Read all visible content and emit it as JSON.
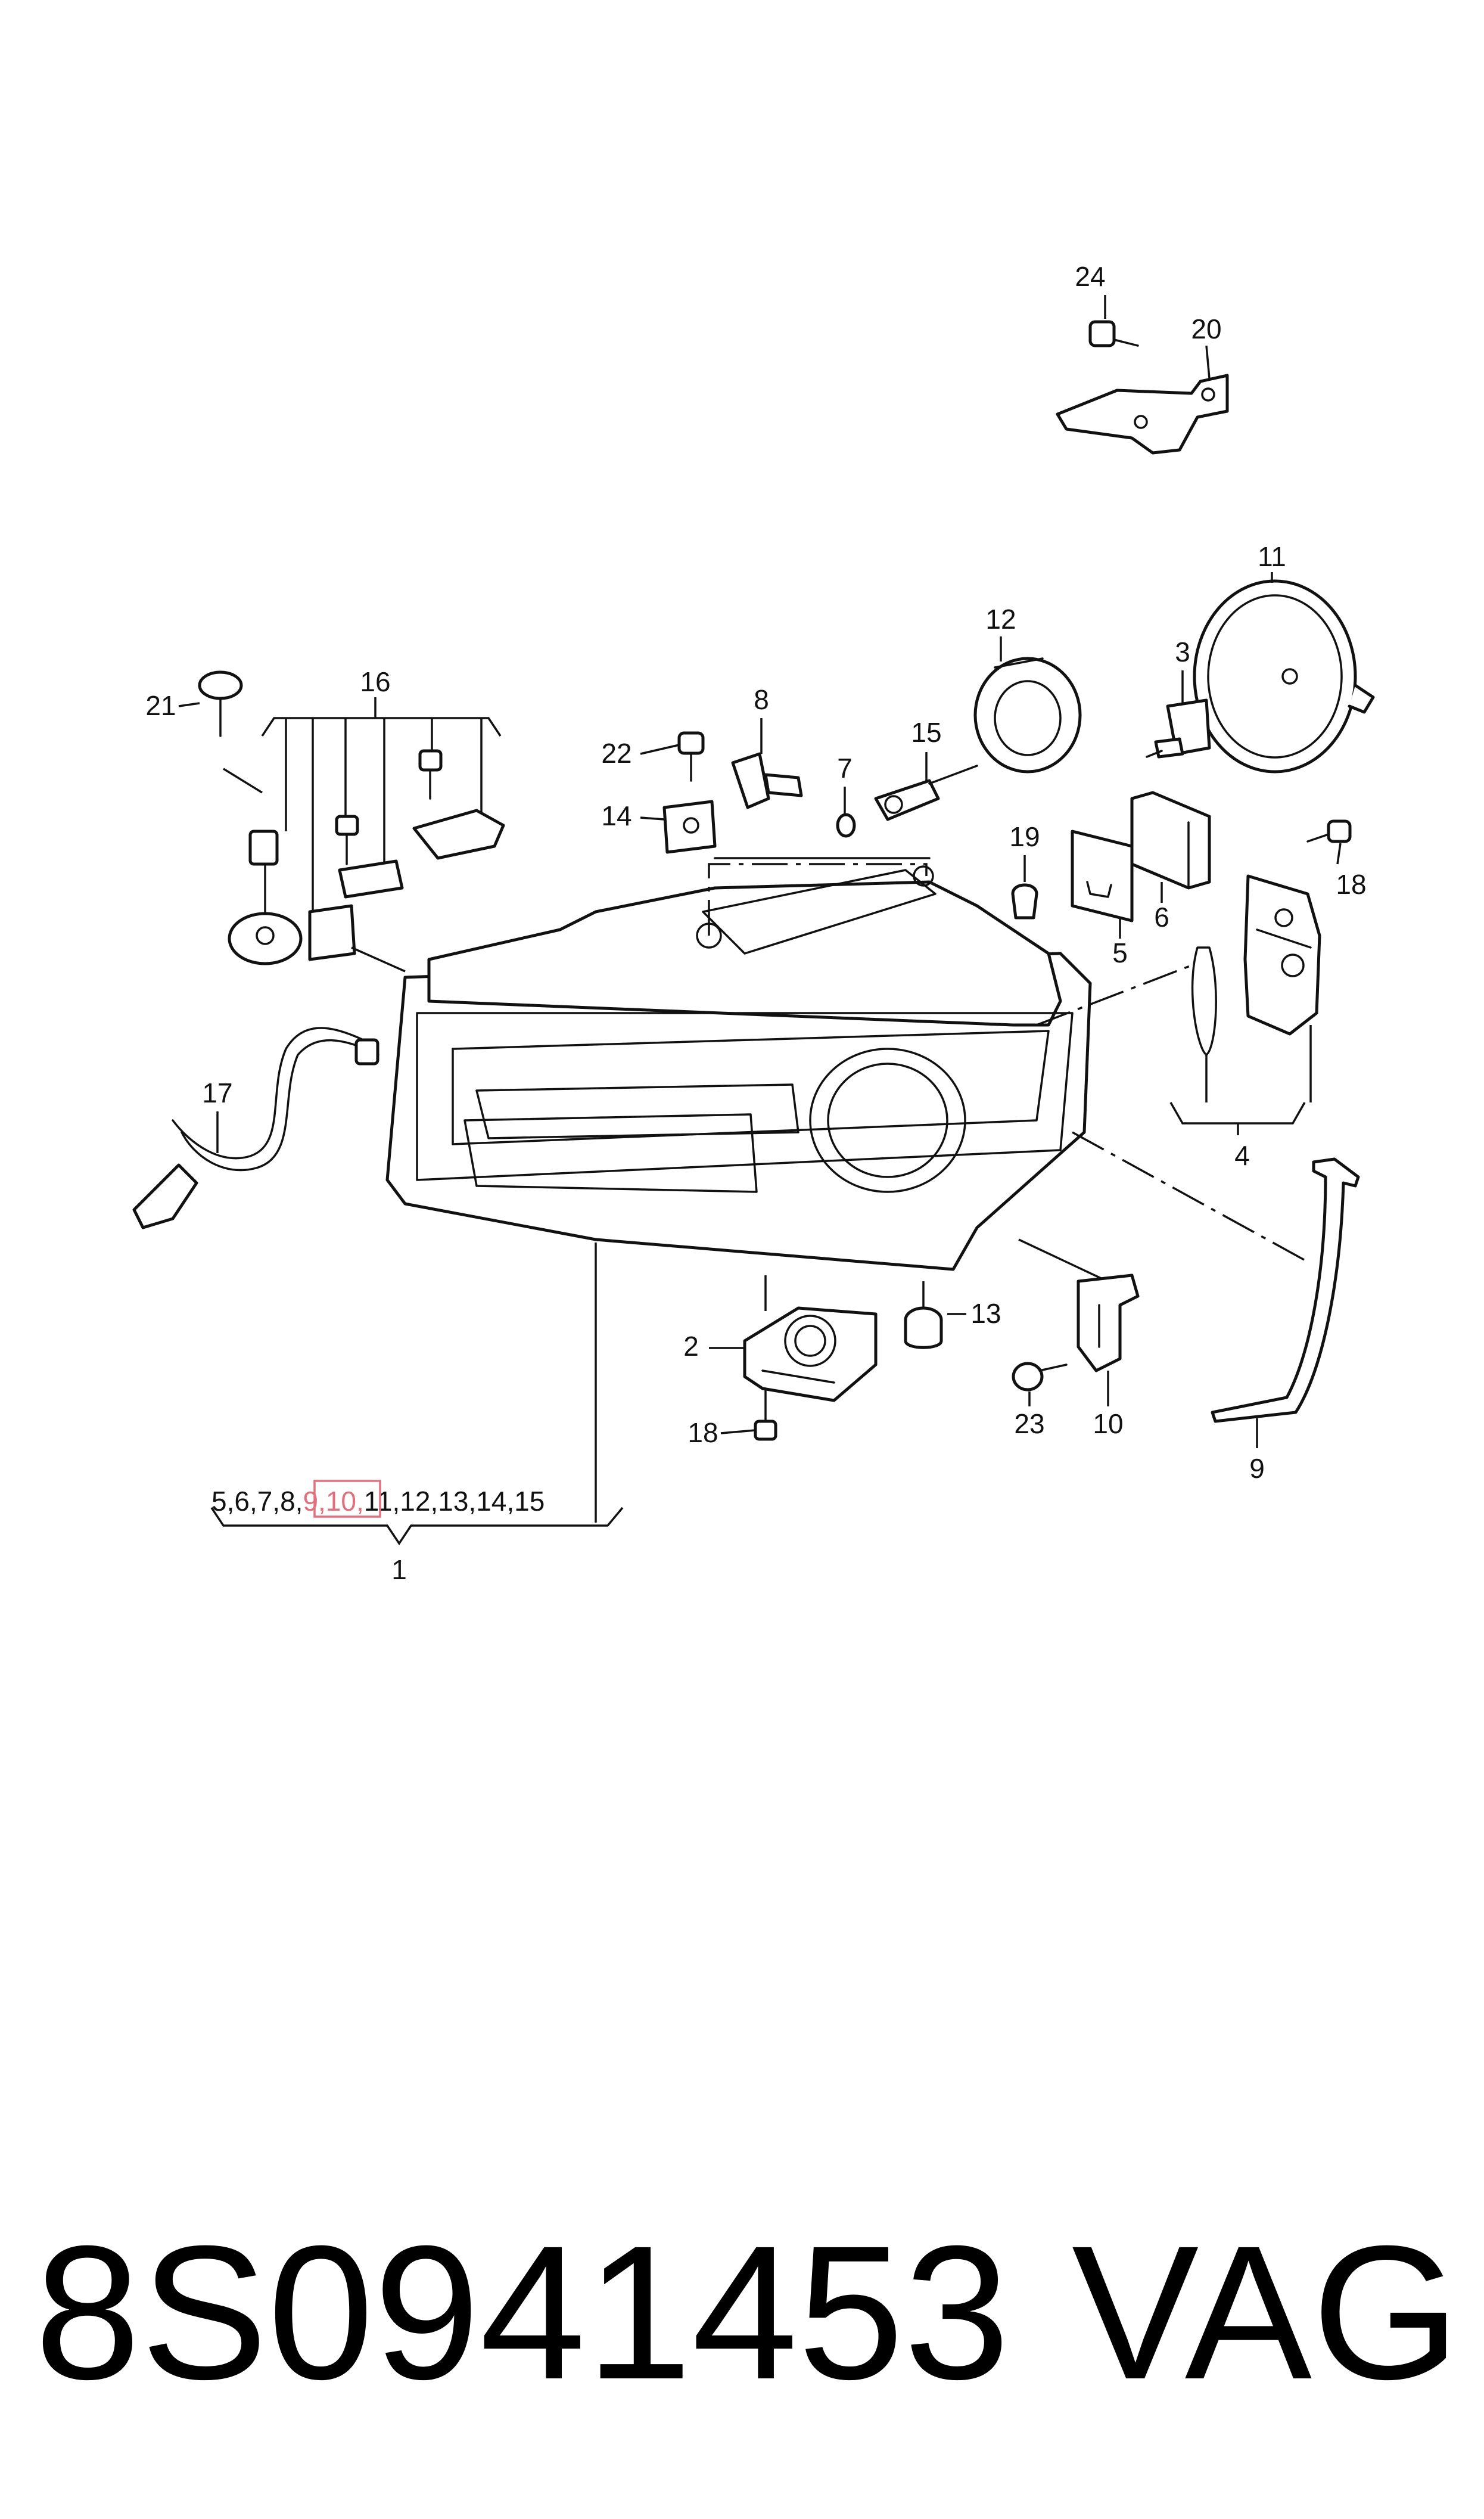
{
  "callouts": {
    "c1": "1",
    "c2": "2",
    "c3": "3",
    "c4": "4",
    "c5": "5",
    "c6": "6",
    "c7": "7",
    "c8": "8",
    "c9": "9",
    "c10": "10",
    "c11": "11",
    "c12": "12",
    "c13": "13",
    "c14": "14",
    "c15": "15",
    "c16": "16",
    "c17": "17",
    "c18a": "18",
    "c18b": "18",
    "c19": "19",
    "c20": "20",
    "c21": "21",
    "c22": "22",
    "c23": "23",
    "c24": "24"
  },
  "group_list": {
    "before": "5,6,7,8,",
    "highlighted": "9,10,",
    "after": "11,12,13,14,15"
  },
  "colors": {
    "line": "#111111",
    "highlight": "#e0707e"
  },
  "footer": {
    "part_number": "8S0941453",
    "brand": "VAG"
  }
}
